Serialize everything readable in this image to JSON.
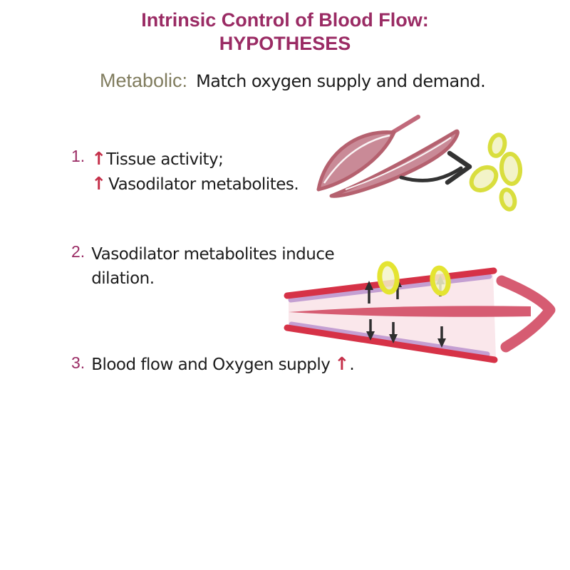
{
  "title": {
    "line1": "Intrinsic Control of Blood Flow:",
    "line2": "HYPOTHESES",
    "color": "#9A2B64"
  },
  "subtitle": {
    "label": "Metabolic:",
    "label_color": "#807C5E",
    "text": "Match oxygen supply and demand."
  },
  "steps": [
    {
      "number": "1.",
      "lines": [
        {
          "arrow": "↑",
          "text": "Tissue activity;"
        },
        {
          "arrow": "↑",
          "text": "Vasodilator metabolites."
        }
      ]
    },
    {
      "number": "2.",
      "lines": [
        {
          "text": "Vasodilator metabolites induce"
        },
        {
          "text": "dilation."
        }
      ]
    },
    {
      "number": "3.",
      "text": "Blood flow and Oxygen supply",
      "arrow": "↑",
      "suffix": "."
    }
  ],
  "illustrations": {
    "muscle": {
      "name": "muscle-releasing-metabolites",
      "muscle_fill": "#C98A97",
      "muscle_outline": "#B5616F",
      "metabolite_fill": "#F3F3C8",
      "metabolite_outline": "#D9DE3E",
      "release_arrow_color": "#333333"
    },
    "vessel": {
      "name": "dilating-blood-vessel",
      "wall_color": "#D63247",
      "lining_color": "#C49FD2",
      "lumen_color": "#FAE7EB",
      "flow_arrow_color": "#D65C72",
      "dilation_arrow_color": "#2E2E2E"
    }
  },
  "colors": {
    "step_number": "#9A2B64",
    "red_arrow": "#C5304A",
    "body_text": "#1C1C1C"
  }
}
